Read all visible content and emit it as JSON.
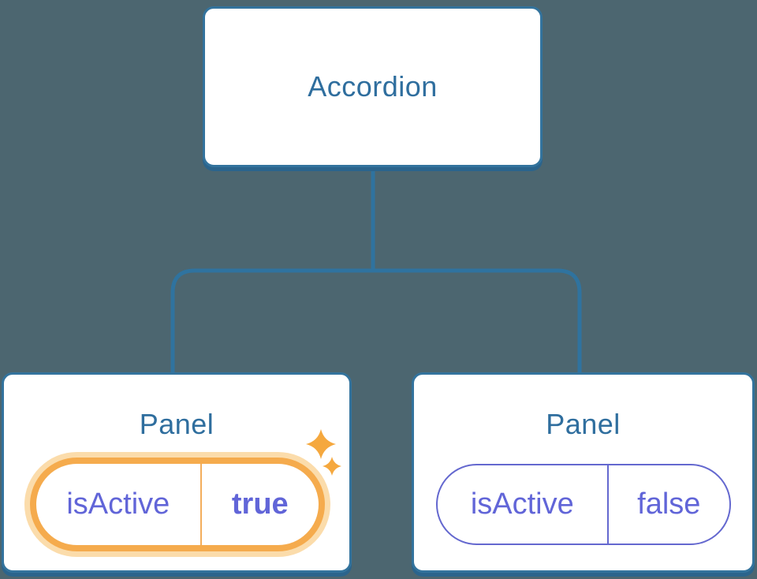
{
  "diagram": {
    "type": "component-tree",
    "root": {
      "label": "Accordion"
    },
    "panels": [
      {
        "label": "Panel",
        "prop_name": "isActive",
        "prop_value": "true",
        "state": "active",
        "decoration": "sparkles-icon"
      },
      {
        "label": "Panel",
        "prop_name": "isActive",
        "prop_value": "false",
        "state": "inactive",
        "decoration": "none"
      }
    ]
  },
  "colors": {
    "background": "#4C6670",
    "card_bg": "#FFFFFF",
    "node_border": "#33739D",
    "node_shadow": "#2B648C",
    "node_text": "#2F6E9E",
    "connector": "#2F739F",
    "prop_text": "#6165D8",
    "prop_border": "#6468CF",
    "highlight_ring": "#F5AB4D",
    "highlight_glow": "#FBDCAB",
    "highlight_divider": "#F3AE5C",
    "sparkle": "#F5A83E"
  }
}
